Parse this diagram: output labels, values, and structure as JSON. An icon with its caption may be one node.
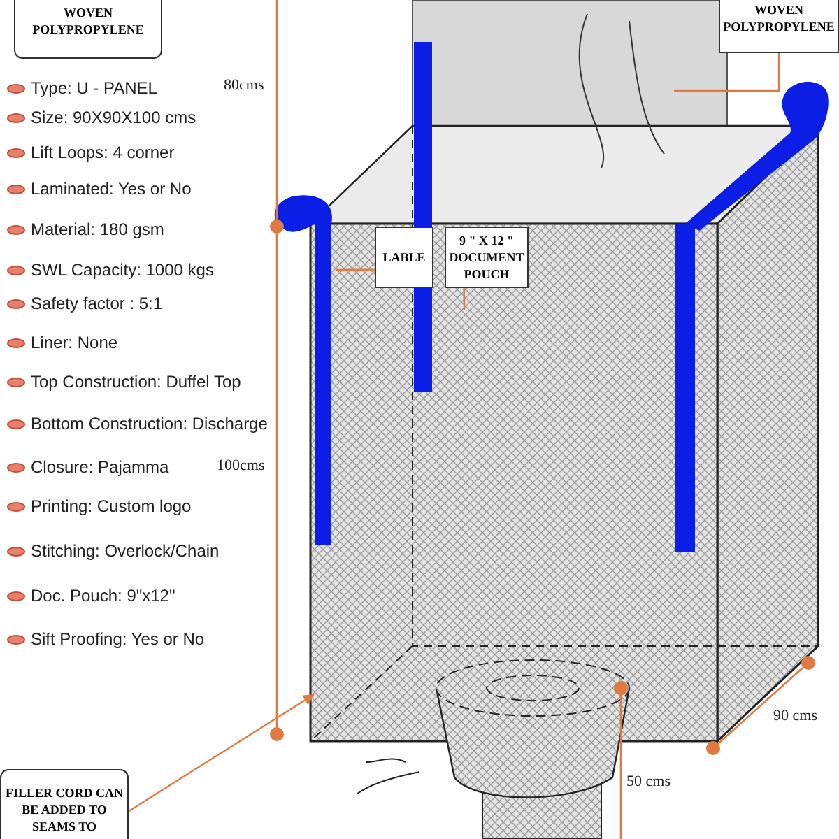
{
  "diagram": {
    "nodes": [
      {
        "text": [
          "WOVEN POLYPROPYLENE"
        ]
      },
      {
        "text": [
          "WOVEN POLYPROPYLENE"
        ]
      },
      {
        "text": [
          "LABLE"
        ]
      },
      {
        "text": [
          "9 \" X 12 \" DOCUMENT POUCH"
        ]
      },
      {
        "text": [
          "FILLER CORD CAN BE ADDED TO SEAMS TO PREVENT"
        ]
      }
    ],
    "edges": [
      {
        "from": 1,
        "to": null,
        "arrow": "none"
      },
      {
        "from": 2,
        "to": null,
        "arrow": "none"
      },
      {
        "from": 3,
        "to": null,
        "arrow": "none"
      },
      {
        "from": 4,
        "to": null,
        "arrow": "to"
      }
    ],
    "labels": [
      "Type: U - PANEL",
      "80cms",
      "Size: 90X90X100 cms",
      "Lift Loops: 4 corner",
      "Laminated: Yes or No",
      "Material: 180 gsm",
      "SWL Capacity: 1000 kgs",
      "Safety factor : 5:1",
      "Liner: None",
      "Top Construction: Duffel Top",
      "Bottom Construction: Discharge",
      "Closure: Pajamma",
      "100cms",
      "Printing: Custom logo",
      "Stitching: Overlock/Chain",
      "Doc. Pouch: 9\"x12\"",
      "Sift Proofing: Yes or No",
      "50 cms",
      "90 cms"
    ]
  }
}
